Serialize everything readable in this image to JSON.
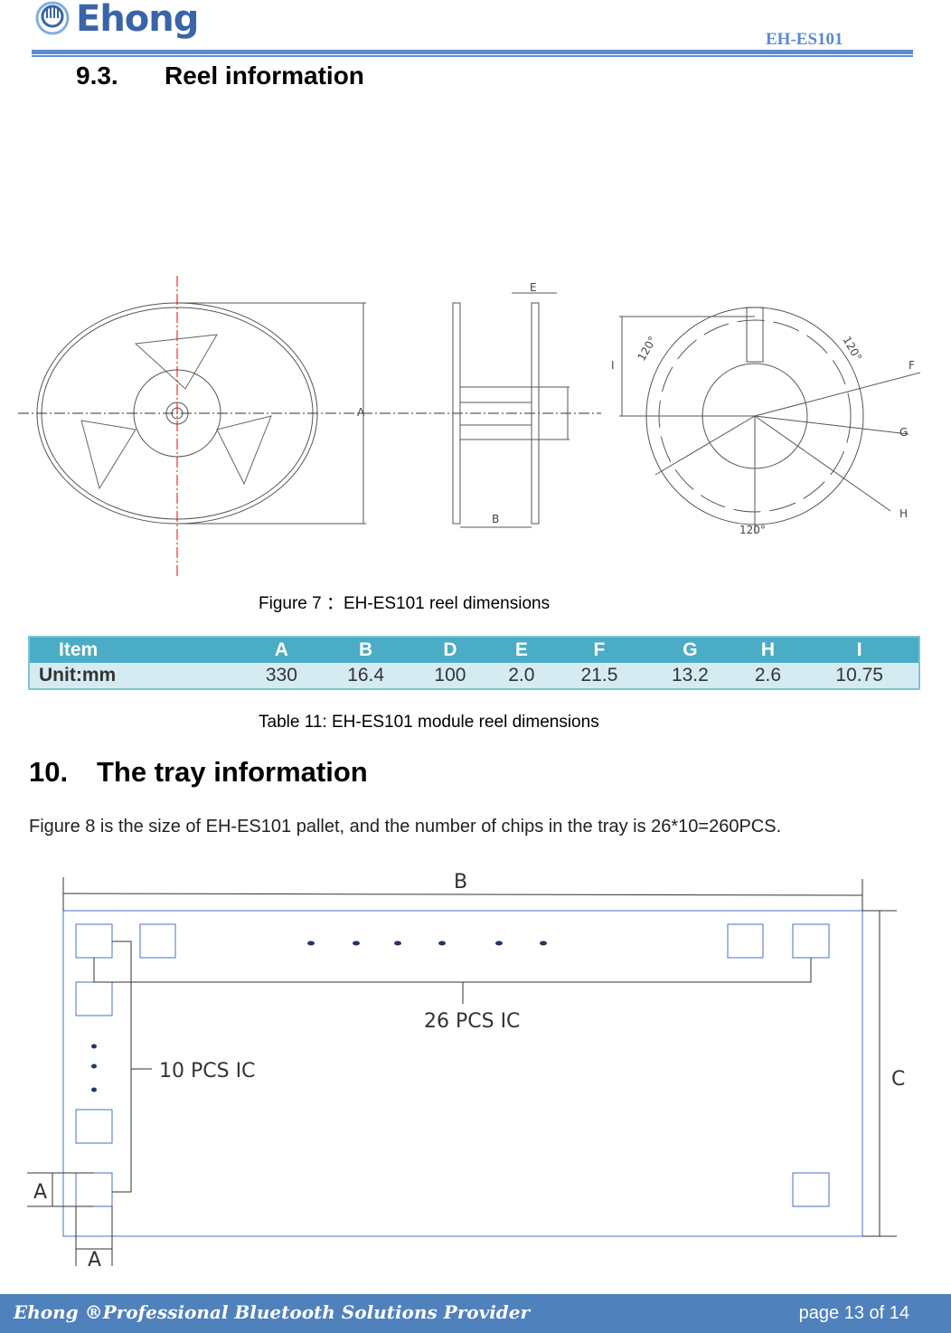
{
  "header": {
    "logo_text": "Ehong",
    "doc_code": "EH-ES101"
  },
  "section_9_3": {
    "number": "9.3.",
    "title": "Reel information"
  },
  "figure7": {
    "caption": "Figure 7 ：EH-ES101 reel dimensions",
    "labels": {
      "A": "A",
      "B": "B",
      "E": "E",
      "F": "F",
      "G": "G",
      "H": "H",
      "I": "I",
      "angle": "120°"
    }
  },
  "table11": {
    "headers": [
      "Item",
      "A",
      "B",
      "D",
      "E",
      "F",
      "G",
      "H",
      "I"
    ],
    "row": [
      "Unit:mm",
      "330",
      "16.4",
      "100",
      "2.0",
      "21.5",
      "13.2",
      "2.6",
      "10.75"
    ],
    "caption": "Table 11: EH-ES101 module reel dimensions",
    "header_color": "#4bacc6",
    "row_color": "#d5ebf2"
  },
  "section_10": {
    "number": "10.",
    "title": "The tray information",
    "body": "Figure 8 is the size of EH-ES101 pallet, and the number of chips in the tray is 26*10=260PCS."
  },
  "figure8": {
    "label_B": "B",
    "label_C": "C",
    "label_A": "A",
    "label_26": "26 PCS IC",
    "label_10": "10 PCS IC"
  },
  "footer": {
    "left": "Ehong ®Professional Bluetooth Solutions Provider",
    "right": "page 13 of 14",
    "color": "#4f81bd"
  }
}
